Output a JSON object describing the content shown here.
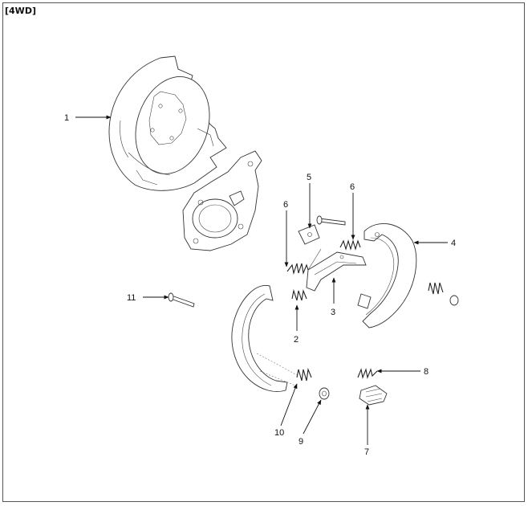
{
  "heading": "[4WD]",
  "callouts": {
    "c1": "1",
    "c2": "2",
    "c3": "3",
    "c4": "4",
    "c5": "5",
    "c6a": "6",
    "c6b": "6",
    "c7": "7",
    "c8": "8",
    "c9": "9",
    "c10": "10",
    "c11": "11"
  },
  "colors": {
    "line": "#333333",
    "frame": "#555555",
    "text": "#111111"
  }
}
